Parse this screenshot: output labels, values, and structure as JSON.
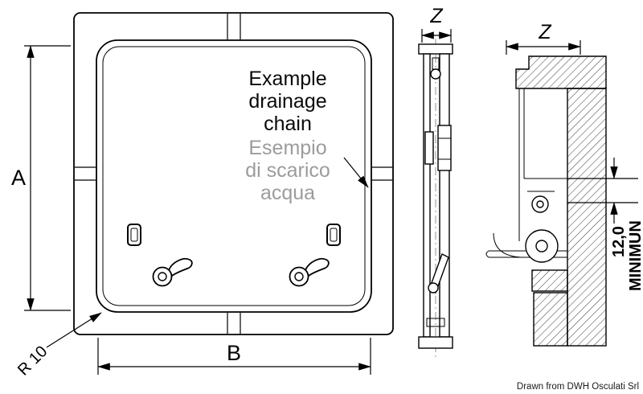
{
  "front_view": {
    "dim_a_label": "A",
    "dim_b_label": "B",
    "radius_label": "R 10",
    "annotation_en_lines": [
      "Example",
      "drainage",
      "chain"
    ],
    "annotation_it_lines": [
      "Esempio",
      "di scarico",
      "acqua"
    ]
  },
  "side_view": {
    "dim_z_label": "Z"
  },
  "detail_view": {
    "dim_z_label": "Z",
    "min_depth_value": "12,0",
    "min_depth_text": "MINIMUN"
  },
  "footer": {
    "credit": "Drawn from DWH Osculati Srl"
  },
  "colors": {
    "line": "#000000",
    "secondary_text": "#9c9c9c",
    "background": "#ffffff"
  }
}
